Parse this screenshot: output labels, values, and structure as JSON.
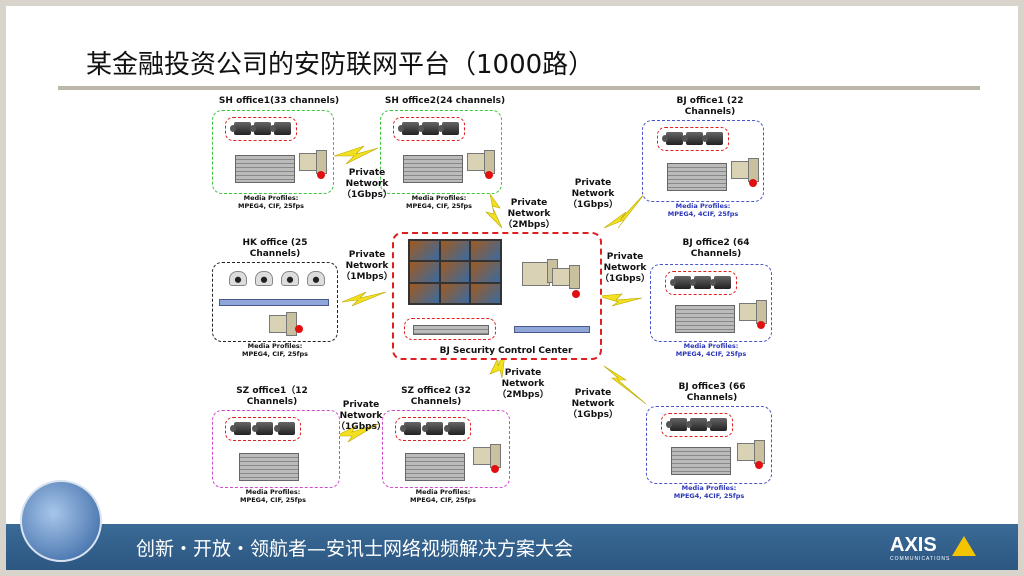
{
  "title": "某金融投资公司的安防联网平台（1000路）",
  "footer": {
    "text": "创新・开放・领航者—安讯士网络视频解决方案大会",
    "logo": "AXIS",
    "logo_sub": "COMMUNICATIONS"
  },
  "offices": {
    "sh1": {
      "name": "SH office1(33 channels)",
      "profiles": "Media Profiles:\nMPEG4, CIF, 25fps"
    },
    "sh2": {
      "name": "SH office2(24 channels)",
      "profiles": "Media Profiles:\nMPEG4, CIF, 25fps"
    },
    "hk": {
      "name": "HK office (25\nChannels)",
      "profiles": "Media Profiles:\nMPEG4, CIF, 25fps"
    },
    "sz1": {
      "name": "SZ office1（12\nChannels)",
      "profiles": "Media Profiles:\nMPEG4, CIF, 25fps"
    },
    "sz2": {
      "name": "SZ office2 (32\nChannels)",
      "profiles": "Media Profiles:\nMPEG4, CIF, 25fps"
    },
    "bj1": {
      "name": "BJ office1 (22\nChannels)",
      "profiles": "Media Profiles:\nMPEG4, 4CIF, 25fps"
    },
    "bj2": {
      "name": "BJ office2 (64\nChannels)",
      "profiles": "Media Profiles:\nMPEG4, 4CIF, 25fps"
    },
    "bj3": {
      "name": "BJ office3 (66\nChannels)",
      "profiles": "Media Profiles:\nMPEG4, 4CIF, 25fps"
    }
  },
  "center": {
    "name": "BJ Security Control Center"
  },
  "links": {
    "sh1_sh2": "Private\nNetwork\n（1Gbps）",
    "sh2_center": "Private\nNetwork\n（2Mbps）",
    "hk_center": "Private\nNetwork\n（1Mbps）",
    "bj1_center": "Private\nNetwork\n（1Gbps）",
    "bj2_center": "Private\nNetwork\n（1Gbps）",
    "sz2_center": "Private\nNetwork\n（2Mbps）",
    "sz1_sz2": "Private\nNetwork\n（1Gbps）",
    "bj3_center": "Private\nNetwork\n（1Gbps）"
  }
}
